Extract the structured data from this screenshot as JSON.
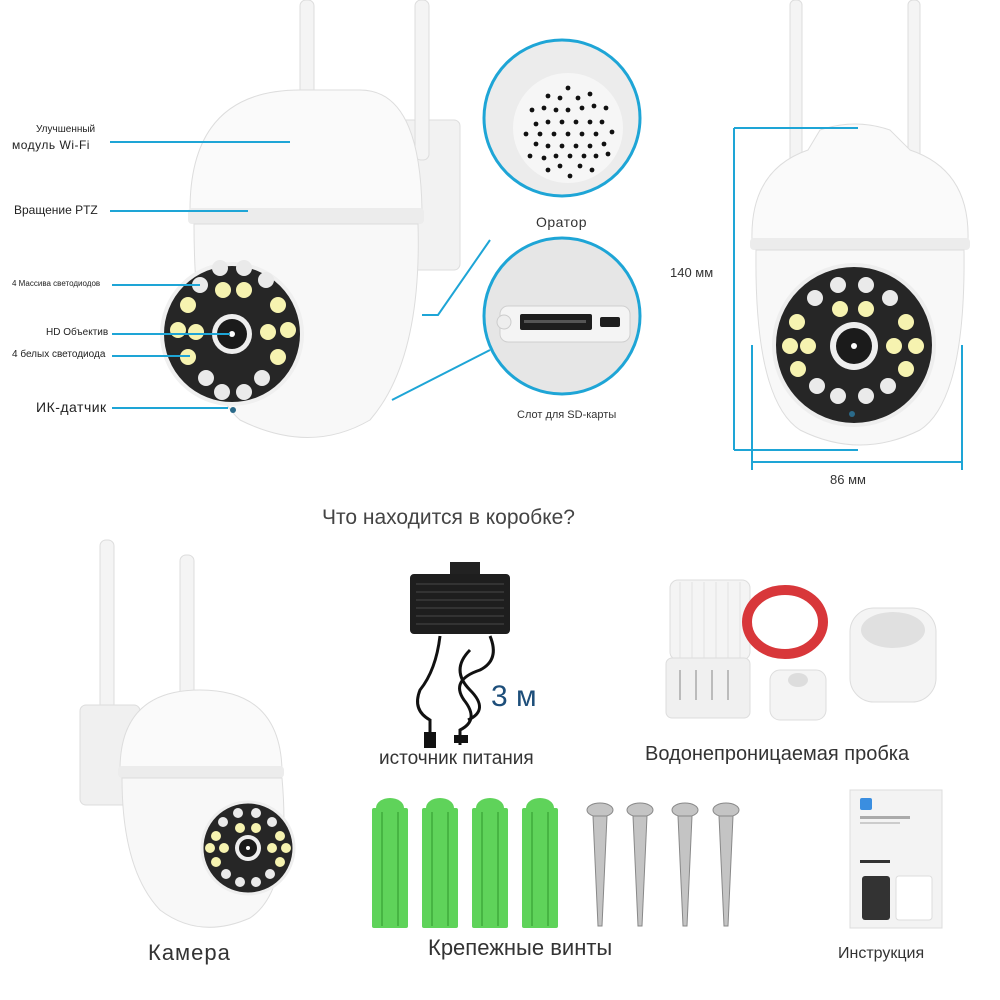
{
  "features": {
    "wifi_module_line1": "Улучшенный",
    "wifi_module_line2": "модуль Wi-Fi",
    "ptz_rotation": "Вращение PTZ",
    "led_arrays": "4 Массива светодиодов",
    "hd_lens": "HD Объектив",
    "white_leds": "4 белых светодиода",
    "ir_sensor": "ИК-датчик",
    "speaker": "Оратор",
    "sd_slot": "Слот для SD-карты"
  },
  "dimensions": {
    "height": "140 мм",
    "width": "86 мм"
  },
  "box": {
    "title": "Что находится в коробке?",
    "items": [
      {
        "label": "Камера"
      },
      {
        "label": "источник питания",
        "cable_length": "3 м"
      },
      {
        "label": "Водонепроницаемая пробка"
      },
      {
        "label": "Крепежные винты"
      },
      {
        "label": "Инструкция"
      }
    ]
  },
  "colors": {
    "accent_line": "#1ea5d6",
    "cable_text": "#1d4e7a",
    "anchor_green": "#5fd35a",
    "gasket_red": "#d8373a"
  }
}
